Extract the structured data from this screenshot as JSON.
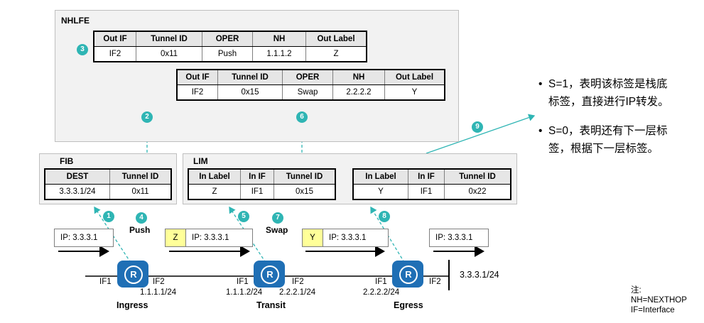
{
  "panels": {
    "nhlfe_title": "NHLFE",
    "fib_title": "FIB",
    "lim_title": "LIM"
  },
  "nhlfe_table1": {
    "headers": [
      "Out IF",
      "Tunnel ID",
      "OPER",
      "NH",
      "Out Label"
    ],
    "row": [
      "IF2",
      "0x11",
      "Push",
      "1.1.1.2",
      "Z"
    ]
  },
  "nhlfe_table2": {
    "headers": [
      "Out IF",
      "Tunnel ID",
      "OPER",
      "NH",
      "Out Label"
    ],
    "row": [
      "IF2",
      "0x15",
      "Swap",
      "2.2.2.2",
      "Y"
    ]
  },
  "fib_table": {
    "headers": [
      "DEST",
      "Tunnel ID"
    ],
    "row": [
      "3.3.3.1/24",
      "0x11"
    ]
  },
  "lim_table1": {
    "headers": [
      "In Label",
      "In IF",
      "Tunnel ID"
    ],
    "row": [
      "Z",
      "IF1",
      "0x15"
    ]
  },
  "lim_table2": {
    "headers": [
      "In Label",
      "In IF",
      "Tunnel ID"
    ],
    "row": [
      "Y",
      "IF1",
      "0x22"
    ]
  },
  "badges": [
    "1",
    "2",
    "3",
    "4",
    "5",
    "6",
    "7",
    "8",
    "9"
  ],
  "operations": {
    "push": "Push",
    "swap": "Swap"
  },
  "packets": {
    "p1_ip": "IP: 3.3.3.1",
    "p2_label": "Z",
    "p2_ip": "IP: 3.3.3.1",
    "p3_label": "Y",
    "p3_ip": "IP: 3.3.3.1",
    "p4_ip": "IP: 3.3.3.1"
  },
  "routers": {
    "icon_letter": "R",
    "ingress": {
      "name": "Ingress",
      "if_left": "IF1",
      "if_right": "IF2",
      "addr": "1.1.1.1/24"
    },
    "transit": {
      "name": "Transit",
      "if_left": "IF1",
      "if_right": "IF2",
      "addr_left": "1.1.1.2/24",
      "addr_right": "2.2.2.1/24"
    },
    "egress": {
      "name": "Egress",
      "if_left": "IF1",
      "if_right": "IF2",
      "addr": "2.2.2.2/24"
    }
  },
  "destination": "3.3.3.1/24",
  "bullets": [
    {
      "line1": "S=1，表明该标签是栈底",
      "line2": "标签，直接进行IP转发。"
    },
    {
      "line1": "S=0，表明还有下一层标",
      "line2": "签，根据下一层标签。"
    }
  ],
  "note": {
    "title": "注:",
    "line1": "NH=NEXTHOP",
    "line2": "IF=Interface"
  },
  "colors": {
    "teal": "#2fb5b4",
    "router_blue": "#1f6fb5",
    "label_yellow": "#ffff99",
    "panel_gray": "#f2f2f2"
  }
}
